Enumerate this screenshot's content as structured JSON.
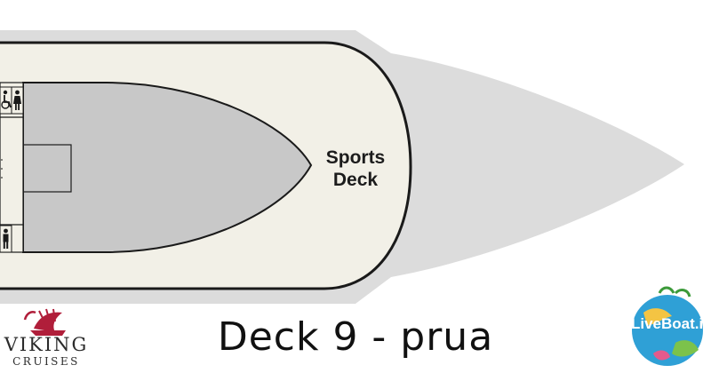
{
  "deck_area_label": {
    "line1": "Sports",
    "line2": "Deck"
  },
  "page_title": "Deck 9 - prua",
  "logos": {
    "viking": {
      "brand": "VIKING",
      "subtitle": "CRUISES"
    },
    "liveboat": {
      "text": "LiveBoat.it"
    }
  },
  "icons": [
    "wheelchair-icon",
    "restroom-woman-icon",
    "restroom-man-icon"
  ],
  "colors": {
    "hull": "#dcdcdc",
    "deck_surface": "#f2f0e7",
    "deck_outline": "#1a1a1a",
    "inner_area": "#c8c8c8",
    "text": "#111111"
  }
}
